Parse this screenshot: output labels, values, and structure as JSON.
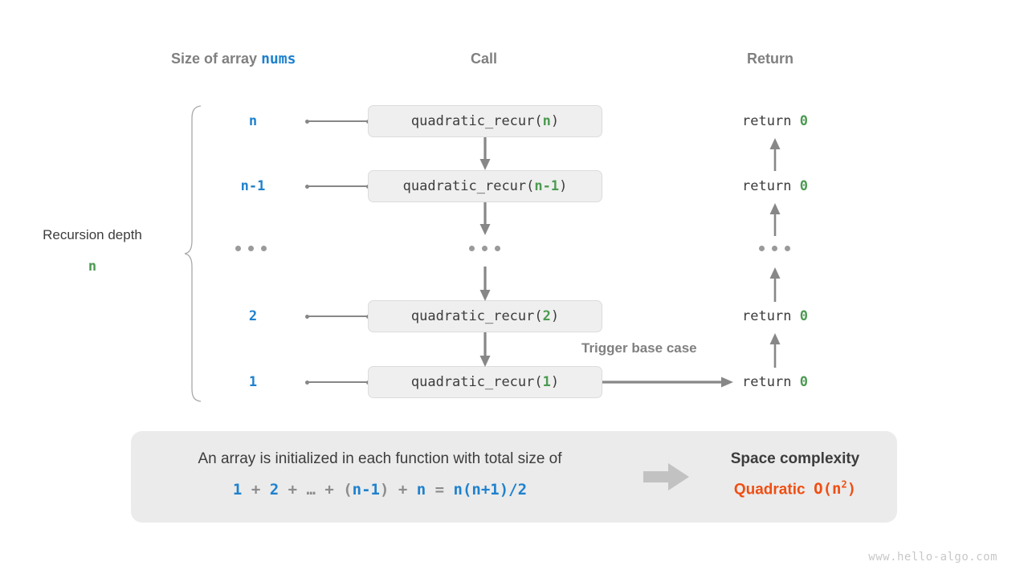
{
  "headers": {
    "size": "Size of array ",
    "size_mono": "nums",
    "call": "Call",
    "return": "Return"
  },
  "depth": {
    "label": "Recursion depth",
    "value": "n"
  },
  "rows": [
    {
      "size": "n",
      "call_prefix": "quadratic_recur(",
      "call_arg": "n",
      "call_suffix": ")",
      "return_text": "return ",
      "return_value": "0"
    },
    {
      "size": "n-1",
      "call_prefix": "quadratic_recur(",
      "call_arg": "n-1",
      "call_suffix": ")",
      "return_text": "return ",
      "return_value": "0"
    },
    {
      "size": "...",
      "call_prefix": "...",
      "call_arg": "",
      "call_suffix": "",
      "return_text": "...",
      "return_value": ""
    },
    {
      "size": "2",
      "call_prefix": "quadratic_recur(",
      "call_arg": "2",
      "call_suffix": ")",
      "return_text": "return ",
      "return_value": "0"
    },
    {
      "size": "1",
      "call_prefix": "quadratic_recur(",
      "call_arg": "1",
      "call_suffix": ")",
      "return_text": "return ",
      "return_value": "0"
    }
  ],
  "trigger_label": "Trigger base case",
  "summary": {
    "sentence": "An array is initialized in each function with total size of",
    "formula": {
      "t1": "1",
      "op1": " + ",
      "t2": "2",
      "op2": " + … + (",
      "t3": "n-1",
      "op3": ") + ",
      "t4": "n",
      "op4": " = ",
      "t5": "n(n+1)/2"
    },
    "title": "Space complexity",
    "complexity_word": "Quadratic",
    "complexity_big_o": "O(n",
    "complexity_exp": "2",
    "complexity_close": ")"
  },
  "watermark": "www.hello-algo.com",
  "colors": {
    "blue": "#1e81ce",
    "green": "#4c9a51",
    "orange": "#f04e12",
    "gray": "#808080",
    "dark": "#3c3c3c",
    "box_fill": "#efefef",
    "panel_fill": "#ebebeb"
  }
}
